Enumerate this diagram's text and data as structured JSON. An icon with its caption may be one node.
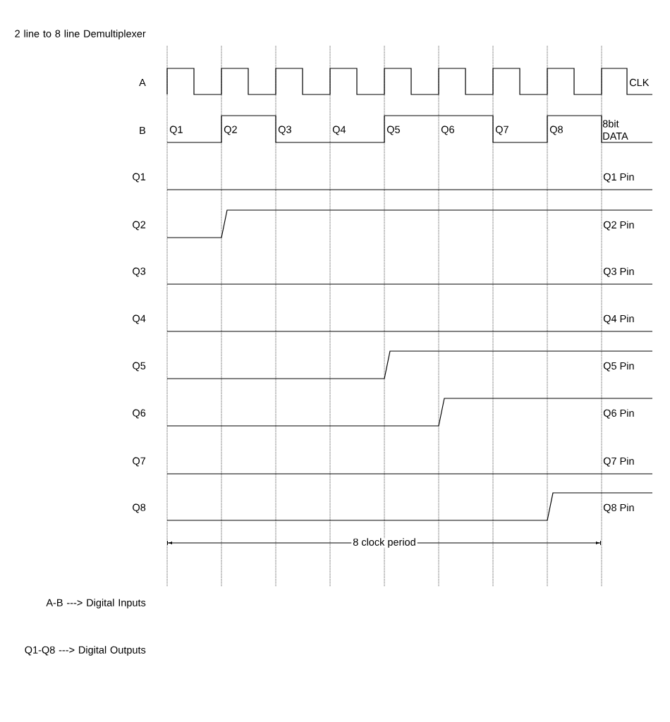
{
  "diagram": {
    "labels": [
      "2 line to 8 line Demultiplexer",
      "A",
      "CLK",
      "B",
      "Q1",
      "Q2",
      "Q3",
      "Q4",
      "Q5",
      "Q6",
      "Q7",
      "Q8",
      "8bit DATA",
      "Q1",
      "Q1 Pin",
      "Q2",
      "Q2 Pin",
      "Q3",
      "Q3 Pin",
      "Q4",
      "Q4 Pin",
      "Q5",
      "Q5 Pin",
      "Q6",
      "Q6 Pin",
      "Q7",
      "Q7 Pin",
      "Q8",
      "Q8 Pin",
      "8 clock period",
      "A-B ---> Digital Inputs",
      "Q1-Q8 ---> Digital Outputs"
    ]
  }
}
